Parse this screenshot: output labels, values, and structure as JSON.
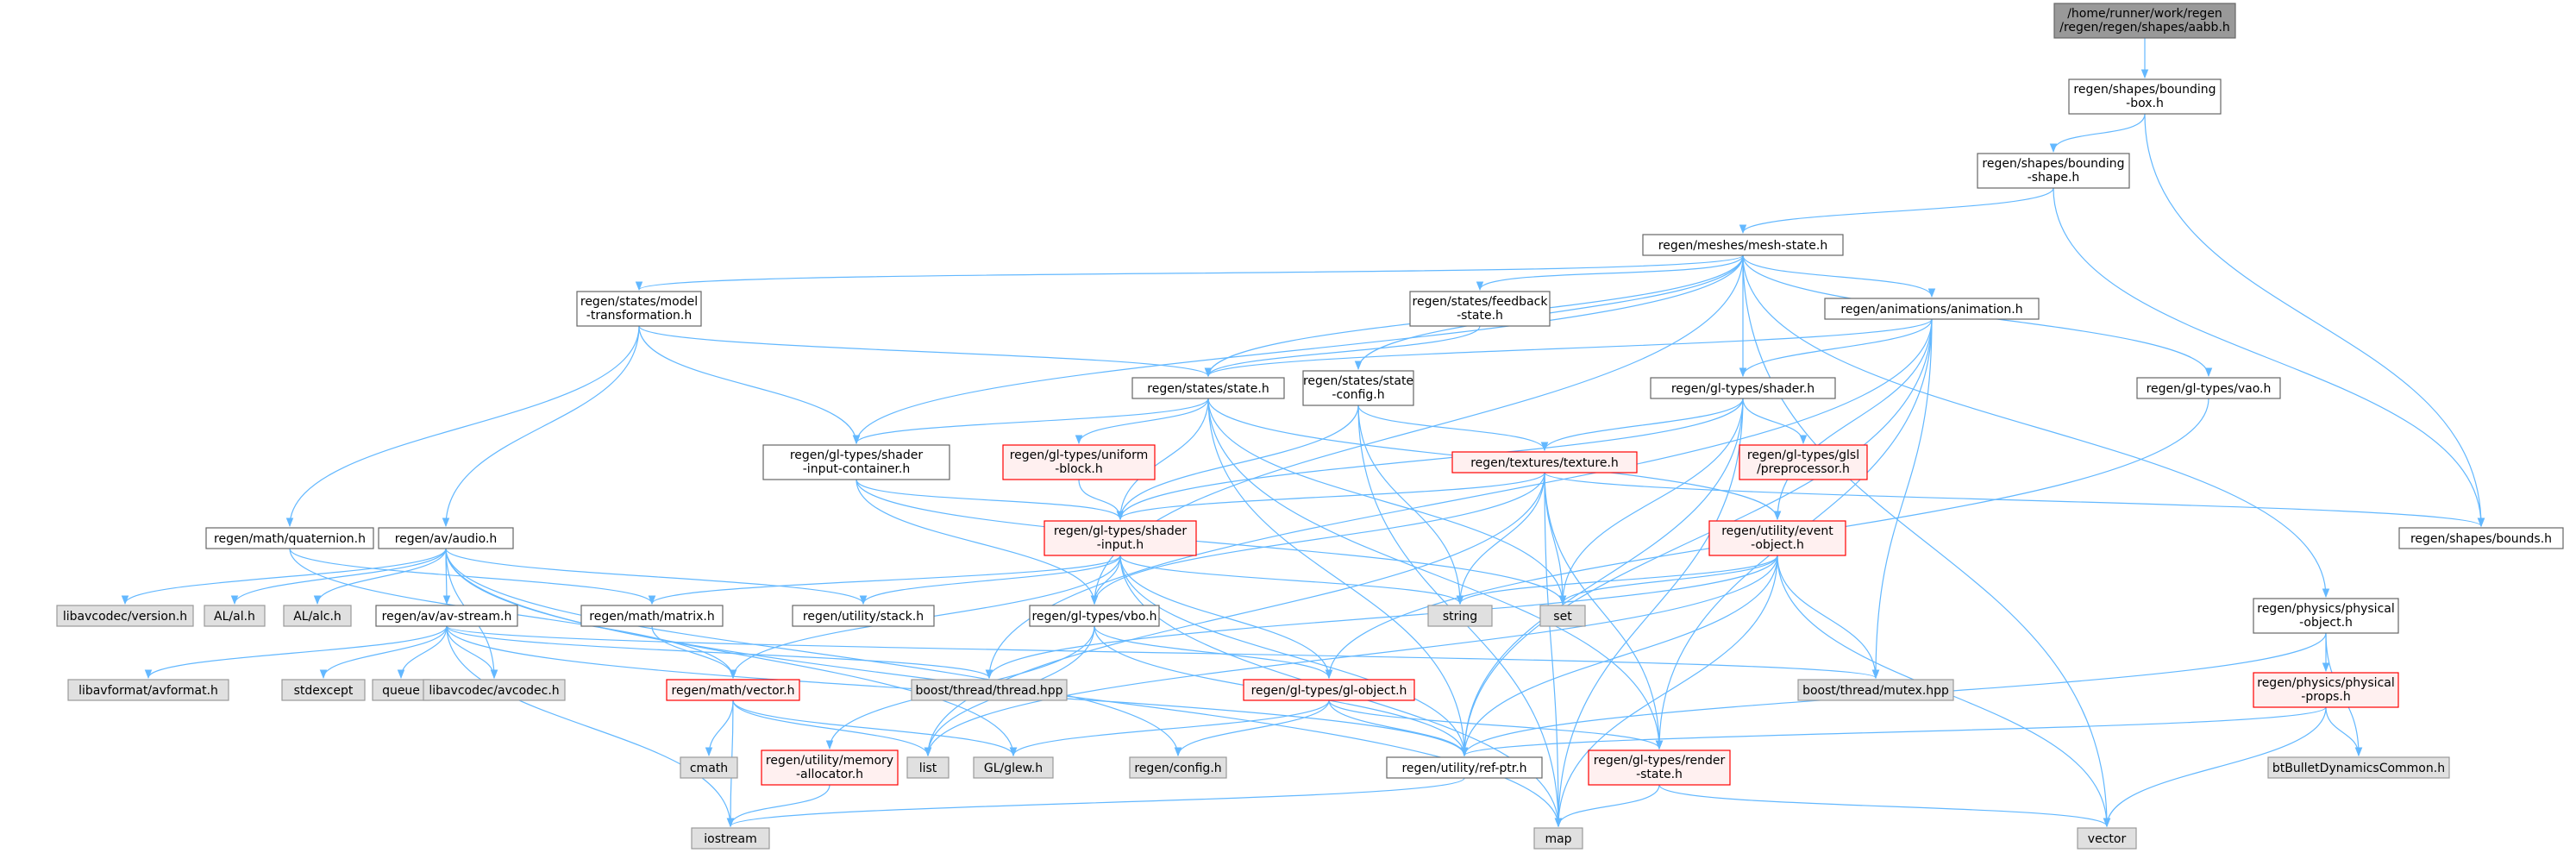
{
  "colors": {
    "edge": "#63b8ff",
    "node_border_normal": "#666666",
    "node_border_red": "#ff0000",
    "node_border_gray": "#999999",
    "fill_normal": "#ffffff",
    "fill_red": "#fff0f0",
    "fill_gray": "#e0e0e0",
    "fill_root": "#999999"
  },
  "nodes": [
    {
      "id": "aabb",
      "lines": [
        "/home/runner/work/regen",
        "/regen/regen/shapes/aabb.h"
      ],
      "style": "root"
    },
    {
      "id": "bbox",
      "lines": [
        "regen/shapes/bounding",
        "-box.h"
      ],
      "style": "normal"
    },
    {
      "id": "bshape",
      "lines": [
        "regen/shapes/bounding",
        "-shape.h"
      ],
      "style": "normal"
    },
    {
      "id": "mesh",
      "lines": [
        "regen/meshes/mesh-state.h"
      ],
      "style": "normal"
    },
    {
      "id": "model",
      "lines": [
        "regen/states/model",
        "-transformation.h"
      ],
      "style": "normal"
    },
    {
      "id": "feedback",
      "lines": [
        "regen/states/feedback",
        "-state.h"
      ],
      "style": "normal"
    },
    {
      "id": "anim",
      "lines": [
        "regen/animations/animation.h"
      ],
      "style": "normal"
    },
    {
      "id": "state",
      "lines": [
        "regen/states/state.h"
      ],
      "style": "normal"
    },
    {
      "id": "stateconfig",
      "lines": [
        "regen/states/state",
        "-config.h"
      ],
      "style": "normal"
    },
    {
      "id": "shader",
      "lines": [
        "regen/gl-types/shader.h"
      ],
      "style": "normal"
    },
    {
      "id": "vao",
      "lines": [
        "regen/gl-types/vao.h"
      ],
      "style": "normal"
    },
    {
      "id": "sic",
      "lines": [
        "regen/gl-types/shader",
        "-input-container.h"
      ],
      "style": "normal"
    },
    {
      "id": "uniform",
      "lines": [
        "regen/gl-types/uniform",
        "-block.h"
      ],
      "style": "red"
    },
    {
      "id": "texture",
      "lines": [
        "regen/textures/texture.h"
      ],
      "style": "red"
    },
    {
      "id": "glsl",
      "lines": [
        "regen/gl-types/glsl",
        "/preprocessor.h"
      ],
      "style": "red"
    },
    {
      "id": "bounds",
      "lines": [
        "regen/shapes/bounds.h"
      ],
      "style": "normal"
    },
    {
      "id": "quat",
      "lines": [
        "regen/math/quaternion.h"
      ],
      "style": "normal"
    },
    {
      "id": "audio",
      "lines": [
        "regen/av/audio.h"
      ],
      "style": "normal"
    },
    {
      "id": "shaderinput",
      "lines": [
        "regen/gl-types/shader",
        "-input.h"
      ],
      "style": "red"
    },
    {
      "id": "event",
      "lines": [
        "regen/utility/event",
        "-object.h"
      ],
      "style": "red"
    },
    {
      "id": "libavver",
      "lines": [
        "libavcodec/version.h"
      ],
      "style": "gray"
    },
    {
      "id": "alh",
      "lines": [
        "AL/al.h"
      ],
      "style": "gray"
    },
    {
      "id": "alch",
      "lines": [
        "AL/alc.h"
      ],
      "style": "gray"
    },
    {
      "id": "avstream",
      "lines": [
        "regen/av/av-stream.h"
      ],
      "style": "normal"
    },
    {
      "id": "matrix",
      "lines": [
        "regen/math/matrix.h"
      ],
      "style": "normal"
    },
    {
      "id": "stack",
      "lines": [
        "regen/utility/stack.h"
      ],
      "style": "normal"
    },
    {
      "id": "vbo",
      "lines": [
        "regen/gl-types/vbo.h"
      ],
      "style": "normal"
    },
    {
      "id": "string",
      "lines": [
        "string"
      ],
      "style": "gray"
    },
    {
      "id": "set",
      "lines": [
        "set"
      ],
      "style": "gray"
    },
    {
      "id": "physobj",
      "lines": [
        "regen/physics/physical",
        "-object.h"
      ],
      "style": "normal"
    },
    {
      "id": "avformat",
      "lines": [
        "libavformat/avformat.h"
      ],
      "style": "gray"
    },
    {
      "id": "stdexcept",
      "lines": [
        "stdexcept"
      ],
      "style": "gray"
    },
    {
      "id": "queue",
      "lines": [
        "queue"
      ],
      "style": "gray"
    },
    {
      "id": "avcodec",
      "lines": [
        "libavcodec/avcodec.h"
      ],
      "style": "gray"
    },
    {
      "id": "vector_h",
      "lines": [
        "regen/math/vector.h"
      ],
      "style": "red"
    },
    {
      "id": "thread",
      "lines": [
        "boost/thread/thread.hpp"
      ],
      "style": "gray"
    },
    {
      "id": "globj",
      "lines": [
        "regen/gl-types/gl-object.h"
      ],
      "style": "red"
    },
    {
      "id": "mutex",
      "lines": [
        "boost/thread/mutex.hpp"
      ],
      "style": "gray"
    },
    {
      "id": "physprops",
      "lines": [
        "regen/physics/physical",
        "-props.h"
      ],
      "style": "red"
    },
    {
      "id": "cmath",
      "lines": [
        "cmath"
      ],
      "style": "gray"
    },
    {
      "id": "memalloc",
      "lines": [
        "regen/utility/memory",
        "-allocator.h"
      ],
      "style": "red"
    },
    {
      "id": "list",
      "lines": [
        "list"
      ],
      "style": "gray"
    },
    {
      "id": "glew",
      "lines": [
        "GL/glew.h"
      ],
      "style": "gray"
    },
    {
      "id": "config",
      "lines": [
        "regen/config.h"
      ],
      "style": "gray"
    },
    {
      "id": "refptr",
      "lines": [
        "regen/utility/ref-ptr.h"
      ],
      "style": "normal"
    },
    {
      "id": "render",
      "lines": [
        "regen/gl-types/render",
        "-state.h"
      ],
      "style": "red"
    },
    {
      "id": "bullet",
      "lines": [
        "btBulletDynamicsCommon.h"
      ],
      "style": "gray"
    },
    {
      "id": "iostream",
      "lines": [
        "iostream"
      ],
      "style": "gray"
    },
    {
      "id": "map",
      "lines": [
        "map"
      ],
      "style": "gray"
    },
    {
      "id": "vector",
      "lines": [
        "vector"
      ],
      "style": "gray"
    }
  ],
  "edges": [
    [
      "aabb",
      "bbox"
    ],
    [
      "bbox",
      "bshape"
    ],
    [
      "bbox",
      "bounds"
    ],
    [
      "bshape",
      "mesh"
    ],
    [
      "bshape",
      "bounds"
    ],
    [
      "mesh",
      "model"
    ],
    [
      "mesh",
      "feedback"
    ],
    [
      "mesh",
      "anim"
    ],
    [
      "mesh",
      "state"
    ],
    [
      "mesh",
      "stateconfig"
    ],
    [
      "mesh",
      "shader"
    ],
    [
      "mesh",
      "vao"
    ],
    [
      "mesh",
      "sic"
    ],
    [
      "mesh",
      "vbo"
    ],
    [
      "mesh",
      "physobj"
    ],
    [
      "mesh",
      "vector"
    ],
    [
      "model",
      "state"
    ],
    [
      "model",
      "sic"
    ],
    [
      "model",
      "quat"
    ],
    [
      "model",
      "audio"
    ],
    [
      "feedback",
      "state"
    ],
    [
      "anim",
      "state"
    ],
    [
      "anim",
      "shader"
    ],
    [
      "anim",
      "event"
    ],
    [
      "anim",
      "mutex"
    ],
    [
      "anim",
      "thread"
    ],
    [
      "anim",
      "refptr"
    ],
    [
      "anim",
      "render"
    ],
    [
      "state",
      "sic"
    ],
    [
      "state",
      "uniform"
    ],
    [
      "state",
      "shaderinput"
    ],
    [
      "state",
      "event"
    ],
    [
      "state",
      "set"
    ],
    [
      "state",
      "refptr"
    ],
    [
      "state",
      "render"
    ],
    [
      "stateconfig",
      "texture"
    ],
    [
      "stateconfig",
      "string"
    ],
    [
      "stateconfig",
      "shaderinput"
    ],
    [
      "stateconfig",
      "map"
    ],
    [
      "shader",
      "texture"
    ],
    [
      "shader",
      "glsl"
    ],
    [
      "shader",
      "shaderinput"
    ],
    [
      "shader",
      "set"
    ],
    [
      "shader",
      "map"
    ],
    [
      "shader",
      "refptr"
    ],
    [
      "vao",
      "globj"
    ],
    [
      "sic",
      "shaderinput"
    ],
    [
      "sic",
      "vbo"
    ],
    [
      "sic",
      "set"
    ],
    [
      "uniform",
      "shaderinput"
    ],
    [
      "texture",
      "shaderinput"
    ],
    [
      "texture",
      "bounds"
    ],
    [
      "texture",
      "string"
    ],
    [
      "texture",
      "set"
    ],
    [
      "texture",
      "vbo"
    ],
    [
      "texture",
      "render"
    ],
    [
      "texture",
      "map"
    ],
    [
      "texture",
      "list"
    ],
    [
      "quat",
      "matrix"
    ],
    [
      "quat",
      "vector_h"
    ],
    [
      "audio",
      "libavver"
    ],
    [
      "audio",
      "alh"
    ],
    [
      "audio",
      "alch"
    ],
    [
      "audio",
      "avstream"
    ],
    [
      "audio",
      "stack"
    ],
    [
      "audio",
      "avcodec"
    ],
    [
      "audio",
      "config"
    ],
    [
      "audio",
      "map"
    ],
    [
      "audio",
      "glew"
    ],
    [
      "shaderinput",
      "matrix"
    ],
    [
      "shaderinput",
      "stack"
    ],
    [
      "shaderinput",
      "vbo"
    ],
    [
      "shaderinput",
      "string"
    ],
    [
      "shaderinput",
      "vector_h"
    ],
    [
      "shaderinput",
      "refptr"
    ],
    [
      "shaderinput",
      "map"
    ],
    [
      "shaderinput",
      "globj"
    ],
    [
      "event",
      "string"
    ],
    [
      "event",
      "set"
    ],
    [
      "event",
      "mutex"
    ],
    [
      "event",
      "thread"
    ],
    [
      "event",
      "refptr"
    ],
    [
      "event",
      "vector"
    ],
    [
      "event",
      "map"
    ],
    [
      "event",
      "list"
    ],
    [
      "avstream",
      "avformat"
    ],
    [
      "avstream",
      "stdexcept"
    ],
    [
      "avstream",
      "queue"
    ],
    [
      "avstream",
      "avcodec"
    ],
    [
      "avstream",
      "thread"
    ],
    [
      "avstream",
      "mutex"
    ],
    [
      "avstream",
      "iostream"
    ],
    [
      "avstream",
      "refptr"
    ],
    [
      "matrix",
      "vector_h"
    ],
    [
      "vbo",
      "globj"
    ],
    [
      "vbo",
      "memalloc"
    ],
    [
      "vbo",
      "list"
    ],
    [
      "vbo",
      "refptr"
    ],
    [
      "physobj",
      "physprops"
    ],
    [
      "physobj",
      "bullet"
    ],
    [
      "physobj",
      "refptr"
    ],
    [
      "vector_h",
      "cmath"
    ],
    [
      "vector_h",
      "iostream"
    ],
    [
      "vector_h",
      "glew"
    ],
    [
      "vector_h",
      "list"
    ],
    [
      "globj",
      "glew"
    ],
    [
      "globj",
      "config"
    ],
    [
      "globj",
      "refptr"
    ],
    [
      "globj",
      "render"
    ],
    [
      "physprops",
      "bullet"
    ],
    [
      "physprops",
      "vector"
    ],
    [
      "physprops",
      "refptr"
    ],
    [
      "memalloc",
      "iostream"
    ],
    [
      "refptr",
      "iostream"
    ],
    [
      "render",
      "map"
    ],
    [
      "render",
      "vector"
    ]
  ]
}
